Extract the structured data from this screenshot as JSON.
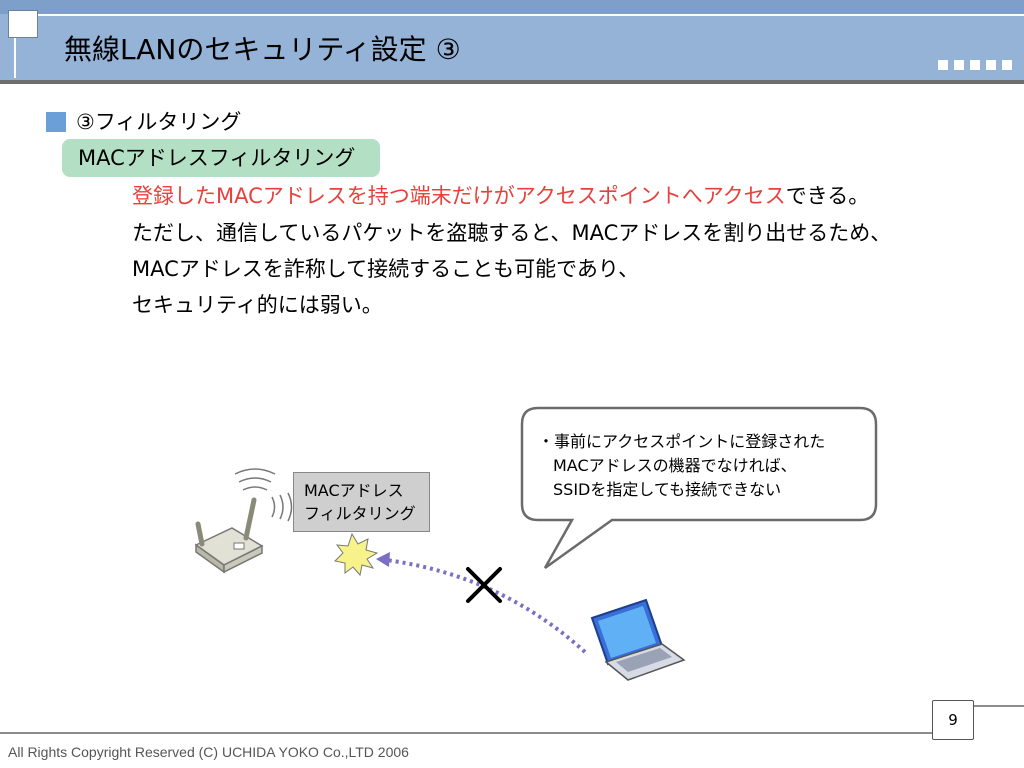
{
  "slide": {
    "title": "無線LANのセキュリティ設定 ③",
    "heading": "③フィルタリング",
    "subheading": "MACアドレスフィルタリング",
    "line1_red": "登録したMACアドレスを持つ端末だけがアクセスポイントへアクセス",
    "line1_rest": "できる。",
    "line2": "ただし、通信しているパケットを盗聴すると、MACアドレスを割り出せるため、",
    "line3": "MACアドレスを詐称して接続することも可能であり、",
    "line4": "セキュリティ的には弱い。"
  },
  "diagram": {
    "filter_label_line1": "MACアドレス",
    "filter_label_line2": "フィルタリング",
    "callout_line1": "・事前にアクセスポイントに登録された",
    "callout_line2": "MACアドレスの機器でなければ、",
    "callout_line3": "SSIDを指定しても接続できない",
    "block_mark": "×"
  },
  "footer": {
    "copyright": "All Rights Copyright Reserved (C) UCHIDA YOKO Co.,LTD 2006",
    "page_number": "9"
  },
  "colors": {
    "title_bar": "#95b3d7",
    "accent_red": "#e8403a",
    "pill": "#b3dfc4",
    "bullet": "#6a9fd8",
    "dotted_arrow": "#7a6fc0"
  }
}
